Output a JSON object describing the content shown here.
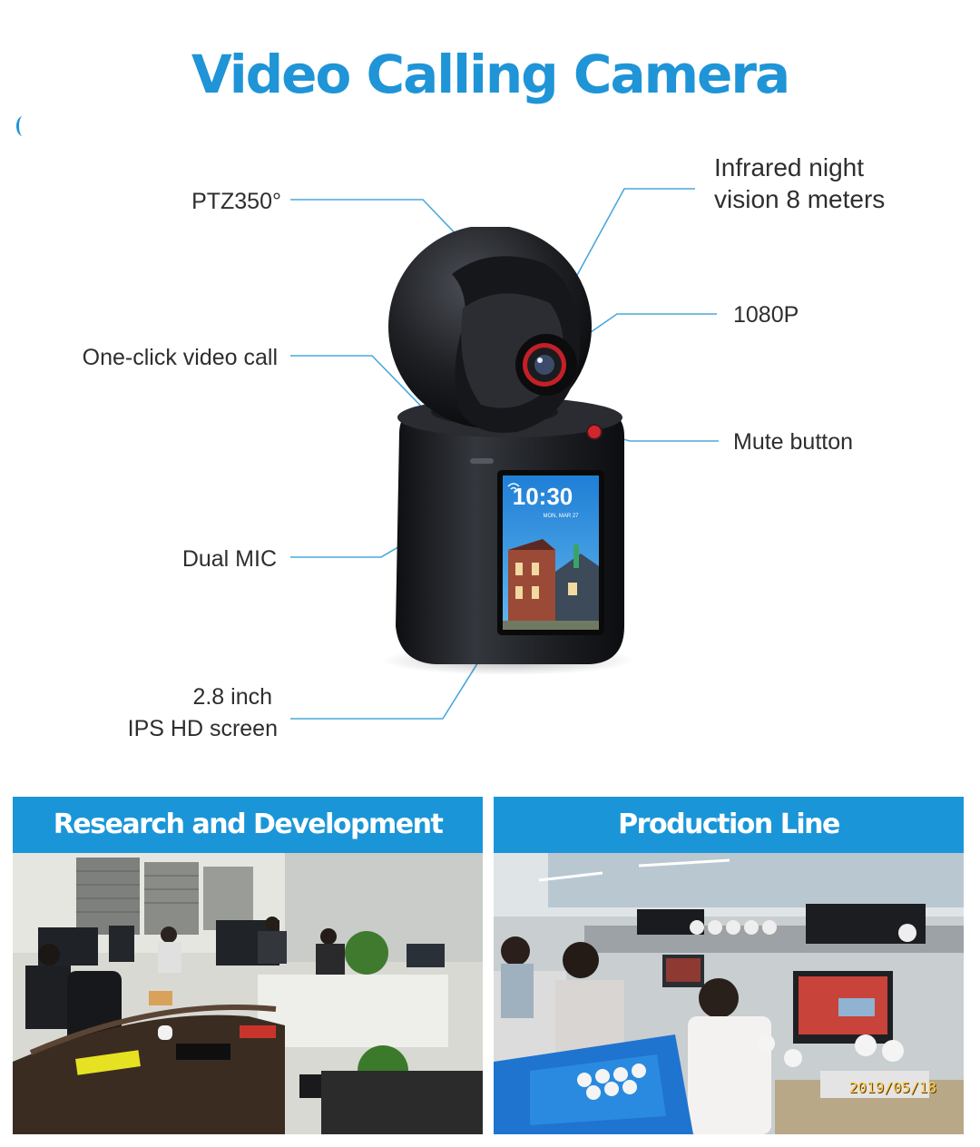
{
  "page": {
    "title": "Video Calling Camera"
  },
  "callouts": {
    "ptz": "PTZ350°",
    "one_click": "One-click video call",
    "dual_mic": "Dual MIC",
    "screen_line1": "2.8 inch",
    "screen_line2": "IPS HD screen",
    "ir_line1": "Infrared night",
    "ir_line2": "vision 8 meters",
    "resolution": "1080P",
    "mute": "Mute button"
  },
  "device_screen": {
    "time": "10:30",
    "date": "MON, MAR 27"
  },
  "panels": {
    "rnd": {
      "title": "Research and Development"
    },
    "production": {
      "title": "Production Line",
      "photo_date_stamp": "2019/05/18"
    }
  },
  "colors": {
    "accent": "#1f94d6",
    "header_bar": "#1a96d8",
    "callout_line": "#4aa8dc"
  },
  "icons": [
    "camera-lens-icon",
    "wifi-icon",
    "mute-button-icon"
  ]
}
